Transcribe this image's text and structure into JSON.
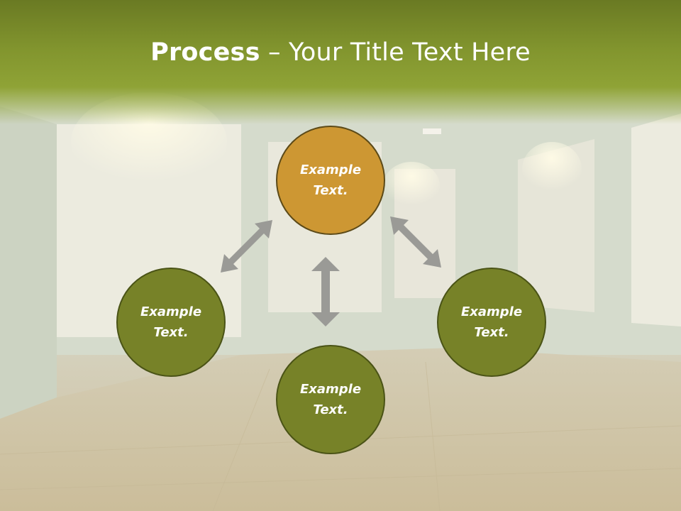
{
  "slide": {
    "title_bold": "Process",
    "title_rest": " – Your Title Text Here"
  },
  "diagram": {
    "nodes": [
      {
        "id": "top",
        "label": "Example\nText.",
        "color": "#cd9733"
      },
      {
        "id": "left",
        "label": "Example\nText.",
        "color": "#778228"
      },
      {
        "id": "bottom",
        "label": "Example\nText.",
        "color": "#778228"
      },
      {
        "id": "right",
        "label": "Example\nText.",
        "color": "#778228"
      }
    ],
    "arrow_color": "#9a9a96"
  }
}
